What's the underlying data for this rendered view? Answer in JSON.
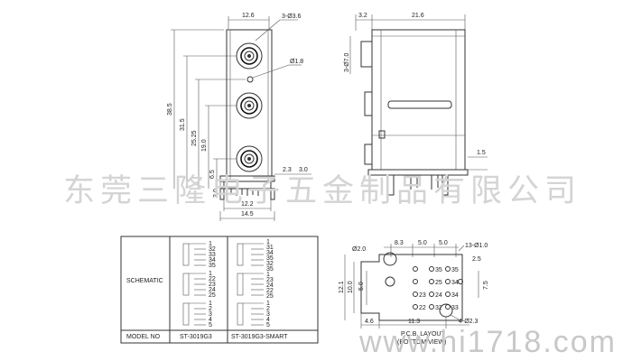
{
  "front_view": {
    "dims": {
      "top_width": "12.6",
      "hole_callout": "3-Ø3.6",
      "led_hole": "Ø1.8",
      "h_38_5": "38.5",
      "h_31_5": "31.5",
      "h_25_25": "25.25",
      "h_19_0": "19.0",
      "h_6_5": "6.5",
      "h_3_0": "3.0",
      "d_2_3": "2.3",
      "d_3_0": "3.0",
      "bottom_12_2": "12.2",
      "bottom_14_5": "14.5"
    }
  },
  "side_view": {
    "dims": {
      "d_3_2": "3.2",
      "d_21_6": "21.6",
      "pin_callout": "3-Ø7.0",
      "d_1_5": "1.5"
    }
  },
  "schematic_table": {
    "title": "SCHEMATIC",
    "model_label": "MODEL NO",
    "models": [
      "ST-3019G3",
      "ST-3019G3-SMART"
    ],
    "col1_pins": [
      "1",
      "32",
      "33",
      "34",
      "35",
      "1",
      "22",
      "23",
      "24",
      "25",
      "1",
      "2",
      "3",
      "4",
      "5"
    ],
    "col2_pins": [
      "1",
      "31",
      "34",
      "35",
      "32",
      "35",
      "1",
      "23",
      "24",
      "22",
      "25",
      "1",
      "2",
      "3",
      "4",
      "5"
    ]
  },
  "bottom_layout": {
    "title_line1": "P.C.B. LAYOUT",
    "title_line2": "(BOTTOM VIEW)",
    "dims": {
      "d_2_0": "Ø2.0",
      "d_8_3": "8.3",
      "d_5_0a": "5.0",
      "d_5_0b": "5.0",
      "holes_13": "13-Ø1.0",
      "d_2_5": "2.5",
      "d_12_1": "12.1",
      "d_10_0": "10.0",
      "d_5_0c": "5.0",
      "d_7_5": "7.5",
      "d_4_6": "4.6",
      "d_11_3": "11.3",
      "holes_4": "4-Ø2.3"
    },
    "pin_labels": [
      "35",
      "25",
      "35",
      "34",
      "24",
      "34",
      "23",
      "33",
      "22",
      "32"
    ]
  },
  "watermark": {
    "chinese": "东莞三隆电子五金制品有限公司",
    "url": "www.hi1718.com"
  }
}
